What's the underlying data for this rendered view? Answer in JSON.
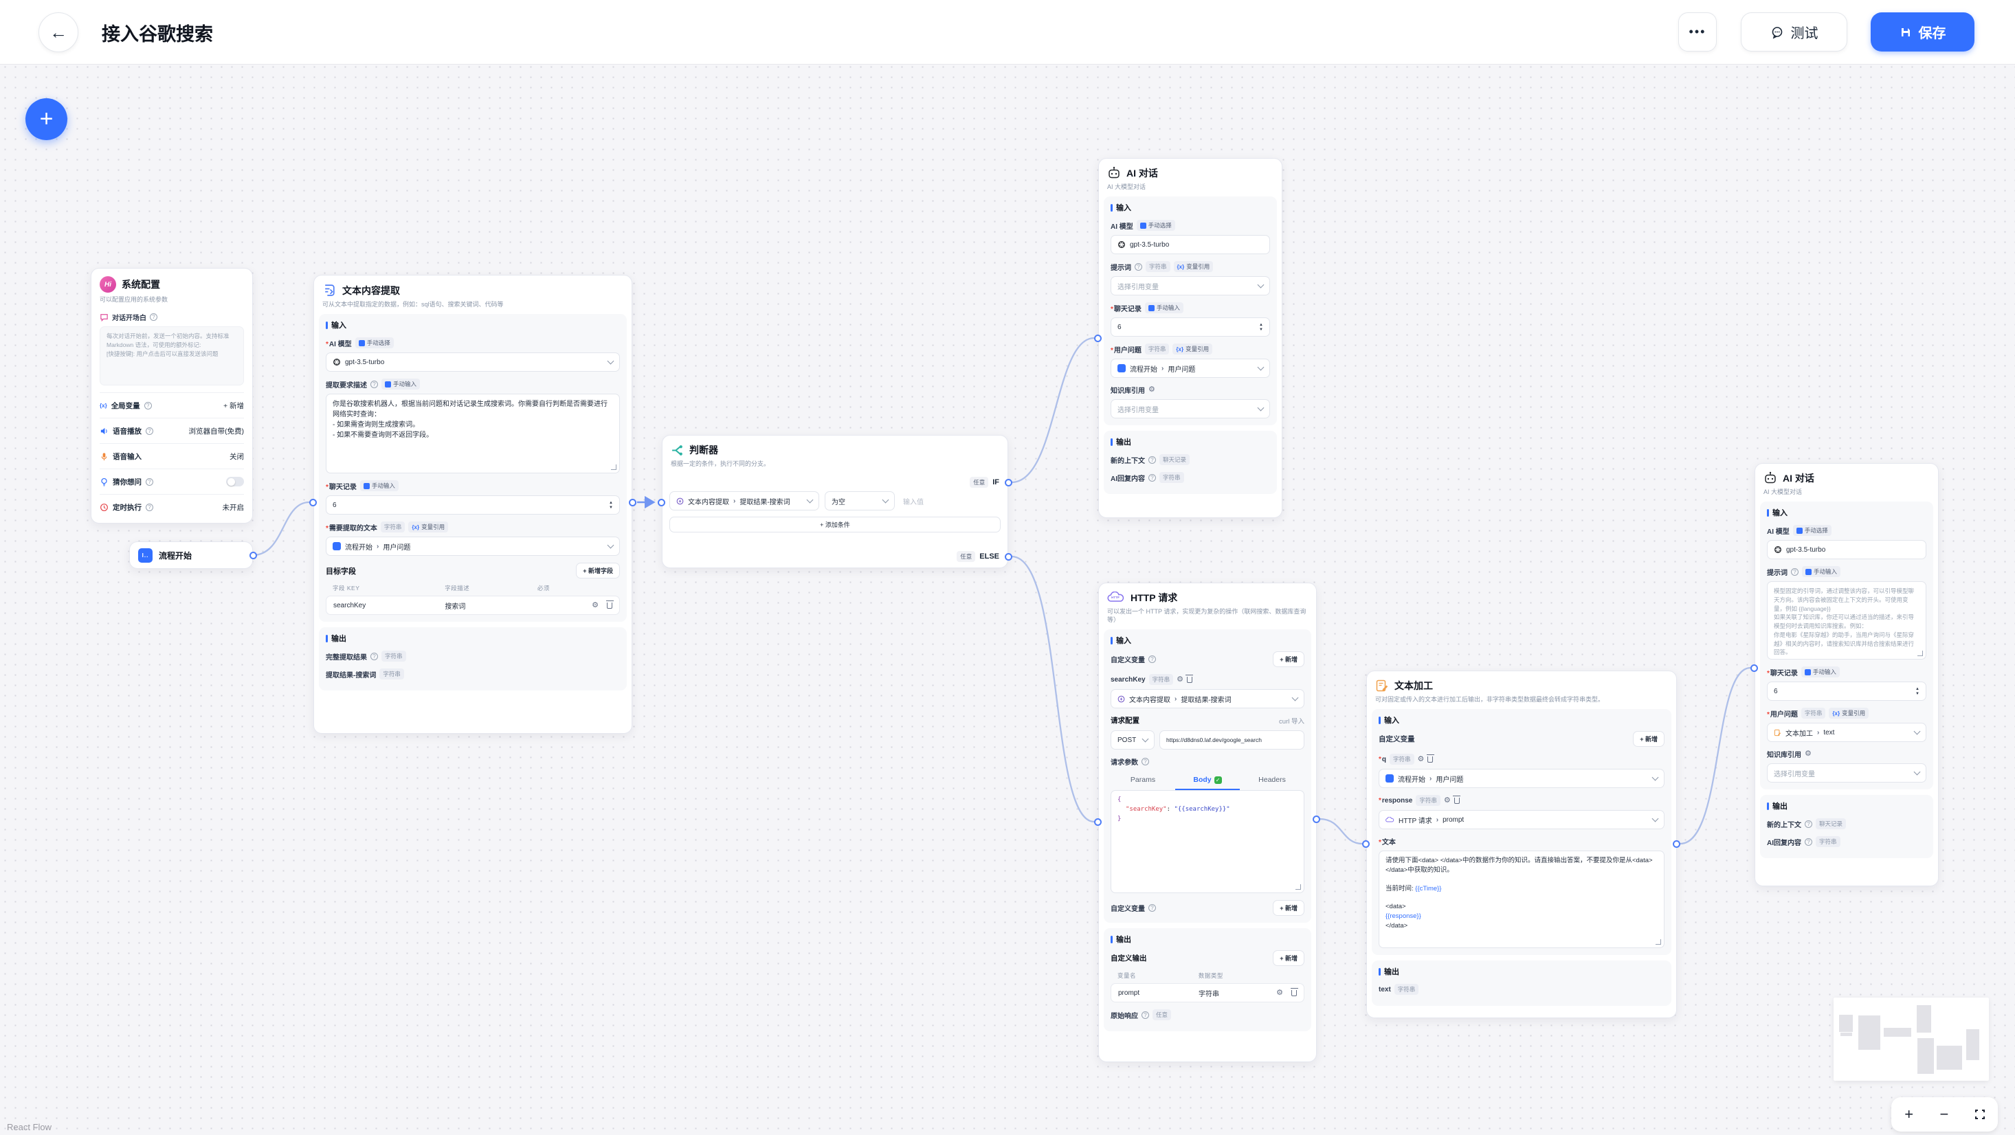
{
  "topbar": {
    "title": "接入谷歌搜索",
    "more": "•••",
    "test": "测试",
    "save": "保存"
  },
  "canvas": {
    "attribution": "React Flow"
  },
  "common": {
    "input": "输入",
    "output": "输出",
    "add": "+ 新增",
    "string": "字符串",
    "any": "任意",
    "chat_history": "聊天记录",
    "manual_select": "手动选择",
    "manual_input": "手动输入",
    "var_ref": "变量引用",
    "select_var": "选择引用变量",
    "model": "gpt-3.5-turbo",
    "ai_model": "AI 模型",
    "prompt": "提示词",
    "user_question": "用户问题",
    "kb_ref": "知识库引用",
    "new_context": "新的上下文",
    "ai_reply": "AI回复内容",
    "custom_var": "自定义变量",
    "flow_start": "流程开始"
  },
  "sys": {
    "title": "系统配置",
    "avatar": "Hi",
    "desc": "可以配置应用的系统参数",
    "welcome": "对话开场白",
    "welcome_ph": "每次对话开始前，发送一个初始内容。支持标准 Markdown 语法，可使用的额外标记:\n[快捷按键]: 用户点击后可以直接发送该问题",
    "global_var": "全局变量",
    "tts": "语音播放",
    "tts_v": "浏览器自带(免费)",
    "stt": "语音输入",
    "stt_v": "关闭",
    "guess": "猜你想问",
    "schedule": "定时执行",
    "schedule_v": "未开启"
  },
  "start": {
    "title": "流程开始",
    "icon": "I.."
  },
  "extract": {
    "title": "文本内容提取",
    "desc": "可从文本中提取指定的数据，例如：sql语句、搜索关键词、代码等",
    "req_desc": "提取要求描述",
    "req_desc_v": "你是谷歌搜索机器人，根据当前问题和对话记录生成搜索词。你需要自行判断是否需要进行网络实时查询：\n- 如果需查询则生成搜索词。\n- 如果不需要查询则不返回字段。",
    "history": "聊天记录",
    "history_v": "6",
    "src": "需要提取的文本",
    "target": "目标字段",
    "add_field": "+ 新增字段",
    "th_key": "字段 KEY",
    "th_desc": "字段描述",
    "th_req": "必须",
    "f_key": "searchKey",
    "f_desc": "搜索词",
    "out_full": "完整提取结果",
    "out_key": "提取结果-搜索词"
  },
  "judge": {
    "title": "判断器",
    "desc": "根据一定的条件，执行不同的分支。",
    "if": "IF",
    "else": "ELSE",
    "op": "为空",
    "val_ph": "输入值",
    "add_cond": "+ 添加条件",
    "cond_node": "文本内容提取",
    "cond_field": "提取结果-搜索词"
  },
  "chat1": {
    "title": "AI 对话",
    "desc": "AI 大模型对话",
    "history_v": "6"
  },
  "http": {
    "title": "HTTP 请求",
    "desc": "可以发出一个 HTTP 请求，实现更为复杂的操作（联网搜索、数据库查询等）",
    "var_name": "searchKey",
    "ref_node": "文本内容提取",
    "ref_field": "提取结果-搜索词",
    "config": "请求配置",
    "curl": "curl 导入",
    "method": "POST",
    "url": "https://d8dns0.laf.dev/google_search",
    "params_lb": "请求参数",
    "tab_params": "Params",
    "tab_body": "Body",
    "tab_headers": "Headers",
    "code_open": "{",
    "code_key": "\"searchKey\"",
    "code_sep": ": ",
    "code_val": "\"{{searchKey}}\"",
    "code_close": "}",
    "custom_out": "自定义输出",
    "th_var": "变量名",
    "th_type": "数据类型",
    "out_name": "prompt",
    "raw": "原始响应"
  },
  "textedit": {
    "title": "文本加工",
    "desc": "可对固定或传入的文本进行加工后输出，非字符串类型数据最终会转成字符串类型。",
    "q": "q",
    "resp": "response",
    "resp_node": "HTTP 请求",
    "resp_field": "prompt",
    "text_lb": "文本",
    "t1": "请使用下面<data> </data>中的数据作为你的知识。请直接输出答案，不要提及你是从<data> </data>中获取的知识。",
    "t2a": "当前时间: ",
    "t2b": "{{cTime}}",
    "t3": "<data>",
    "t4": "{{response}}",
    "t5": "</data>",
    "out_text": "text"
  },
  "chat2": {
    "title": "AI 对话",
    "desc": "AI 大模型对话",
    "history_v": "6",
    "prompt_ph": "模型固定的引导词，通过调整该内容，可以引导模型聊天方向。该内容会被固定在上下文的开头。可使用变量，例如 {{language}}\n如果关联了知识库，你还可以通过适当的描述，来引导模型何时去调用知识库搜索。例如：\n你是电影《星际穿越》的助手，当用户询问与《星际穿越》相关的内容时，请搜索知识库并结合搜索结果进行回答。",
    "ref_node": "文本加工",
    "ref_field": "text"
  }
}
